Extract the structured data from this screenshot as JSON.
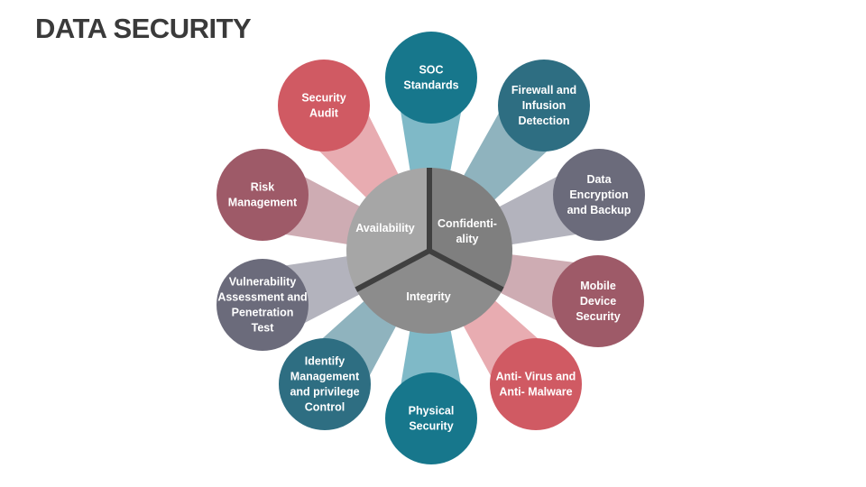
{
  "title": "DATA SECURITY",
  "core": [
    {
      "label": "Availability",
      "color": "#a6a6a6"
    },
    {
      "label": "Confidenti-ality",
      "lines": [
        "Confidenti-",
        "ality"
      ],
      "color": "#7f7f7f"
    },
    {
      "label": "Integrity",
      "color": "#8c8c8c"
    }
  ],
  "nodes": [
    {
      "lines": [
        "SOC",
        "Standards"
      ],
      "color": "#17778c",
      "beam": "#7fb9c7"
    },
    {
      "lines": [
        "Firewall and",
        "Infusion",
        "Detection"
      ],
      "color": "#2e6e82",
      "beam": "#8fb3be"
    },
    {
      "lines": [
        "Data",
        "Encryption",
        "and Backup"
      ],
      "color": "#6b6b7b",
      "beam": "#b3b3bd"
    },
    {
      "lines": [
        "Mobile",
        "Device",
        "Security"
      ],
      "color": "#9e5a68",
      "beam": "#ceacb3"
    },
    {
      "lines": [
        "Anti- Virus and",
        "Anti- Malware"
      ],
      "color": "#d05a63",
      "beam": "#e8acb1"
    },
    {
      "lines": [
        "Physical",
        "Security"
      ],
      "color": "#17778c",
      "beam": "#7fb9c7"
    },
    {
      "lines": [
        "Identify",
        "Management",
        "and privilege",
        "Control"
      ],
      "color": "#2e6e82",
      "beam": "#8fb3be"
    },
    {
      "lines": [
        "Vulnerability",
        "Assessment and",
        "Penetration",
        "Test"
      ],
      "color": "#6b6b7b",
      "beam": "#b3b3bd"
    },
    {
      "lines": [
        "Risk",
        "Management"
      ],
      "color": "#9e5a68",
      "beam": "#ceacb3"
    },
    {
      "lines": [
        "Security",
        "Audit"
      ],
      "color": "#d05a63",
      "beam": "#e8acb1"
    }
  ]
}
